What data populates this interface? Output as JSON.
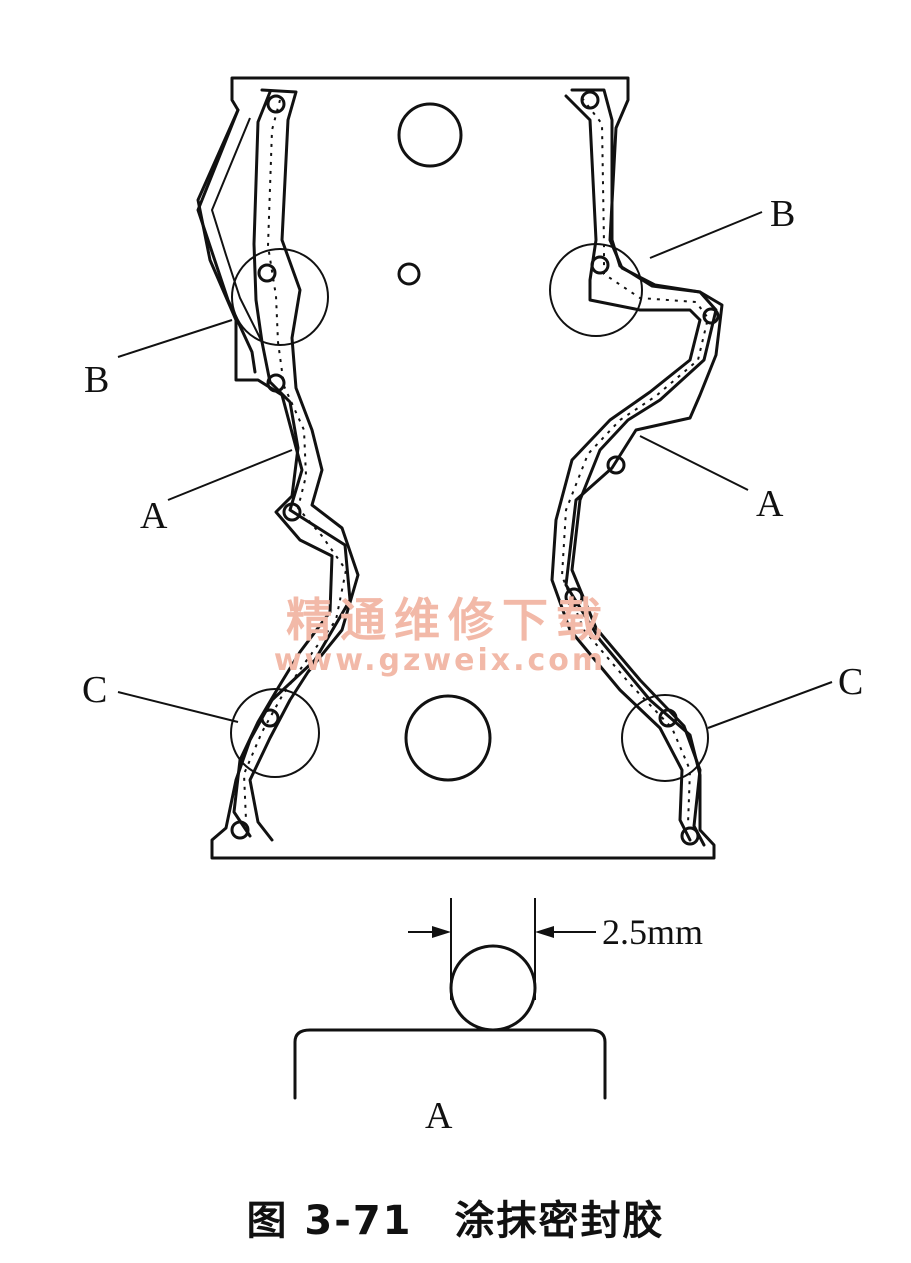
{
  "labels": {
    "a_left": "A",
    "a_right": "A",
    "b_left": "B",
    "b_right": "B",
    "c_left": "C",
    "c_right": "C",
    "a_section": "A"
  },
  "dimension": "2.5mm",
  "watermark": {
    "line1": "精通维修下载",
    "line2": "www.gzweix.com"
  },
  "caption": "图 3-71　涂抹密封胶"
}
